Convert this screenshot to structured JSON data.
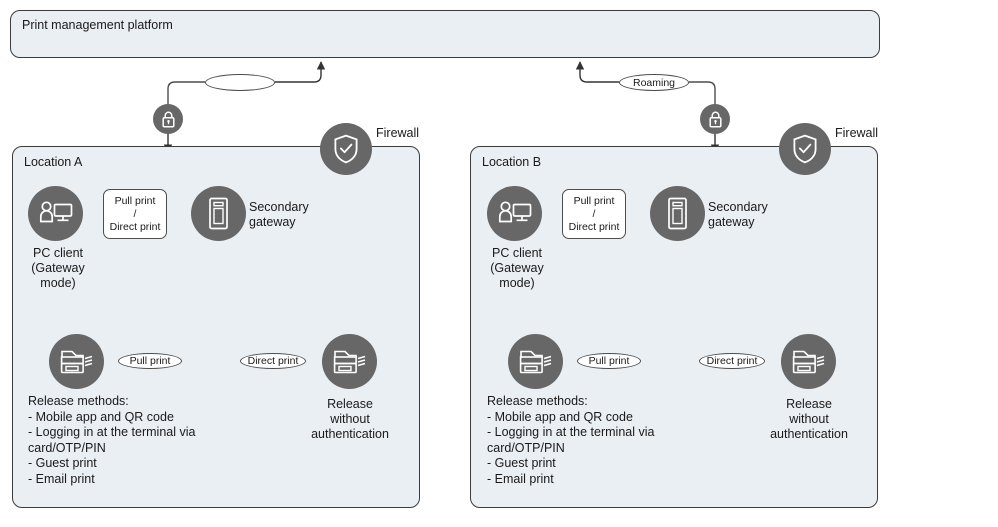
{
  "diagram": {
    "title_panel": {
      "label": "Print management platform"
    },
    "firewall_label": "Firewall",
    "roaming_label": "Roaming",
    "lock_icon": "lock-icon",
    "firewall_icon": "shield-check-icon",
    "locations": [
      {
        "id": "a",
        "title": "Location A",
        "pc_client": {
          "icon": "pc-client-icon",
          "label": "PC client\n(Gateway\nmode)"
        },
        "gateway": {
          "icon": "server-tower-icon",
          "label": "Secondary\ngateway"
        },
        "client_to_gateway_label": "Pull print\n/\nDirect print",
        "pull_print_label": "Pull print",
        "direct_print_label": "Direct print",
        "pull_printer": {
          "icon": "printer-icon"
        },
        "direct_printer": {
          "icon": "printer-icon",
          "label": "Release\nwithout\nauthentication"
        },
        "release_methods": "Release methods:\n- Mobile app and QR code\n- Logging in at the terminal via\n   card/OTP/PIN\n- Guest print\n- Email print"
      },
      {
        "id": "b",
        "title": "Location B",
        "pc_client": {
          "icon": "pc-client-icon",
          "label": "PC client\n(Gateway\nmode)"
        },
        "gateway": {
          "icon": "server-tower-icon",
          "label": "Secondary\ngateway"
        },
        "client_to_gateway_label": "Pull print\n/\nDirect print",
        "pull_print_label": "Pull print",
        "direct_print_label": "Direct print",
        "pull_printer": {
          "icon": "printer-icon"
        },
        "direct_printer": {
          "icon": "printer-icon",
          "label": "Release\nwithout\nauthentication"
        },
        "release_methods": "Release methods:\n- Mobile app and QR code\n- Logging in at the terminal via\n   card/OTP/PIN\n- Guest print\n- Email print"
      }
    ],
    "colors": {
      "panel_fill": "#eaeff4",
      "panel_stroke": "#3c3c3c",
      "node_fill": "#676767",
      "node_glyph": "#ffffff",
      "connector": "#4d4d4d",
      "text": "#1a1a1a",
      "page_background": "#ffffff"
    }
  }
}
